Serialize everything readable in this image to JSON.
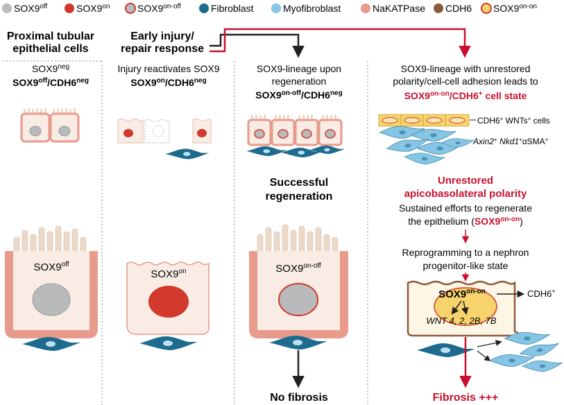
{
  "legend": {
    "sox9_off_label": "SOX9",
    "sox9_off_sup": "off",
    "sox9_on_label": "SOX9",
    "sox9_on_sup": "on",
    "sox9_onoff_label": "SOX9",
    "sox9_onoff_sup": "on-off",
    "fibroblast": "Fibroblast",
    "myofibroblast": "Myofibroblast",
    "nakatpase": "NaKATPase",
    "cdh6": "CDH6",
    "sox9_onon_label": "SOX9",
    "sox9_onon_sup": "on-on"
  },
  "colors": {
    "sox9_off": "#b9babc",
    "sox9_on": "#d0392b",
    "fibroblast": "#1d6b8f",
    "myofibroblast": "#86c5e3",
    "nakatpase": "#e89a8c",
    "cdh6": "#8b5a3c",
    "sox9_onon": "#f6d36c",
    "accent_red": "#c8102e",
    "cell_fill": "#f8ece4",
    "microvilli": "#ecd9c8"
  },
  "col1": {
    "header_line1": "Proximal tubular",
    "header_line2": "epithelial cells",
    "state_sox9": "SOX9",
    "state_sup": "neg",
    "marker_sox9": "SOX9",
    "marker_sox9_sup": "off",
    "marker_cdh6": "/CDH6",
    "marker_cdh6_sup": "neg",
    "big_cell_label": "SOX9",
    "big_cell_sup": "off"
  },
  "col2": {
    "header_line1": "Early injury/",
    "header_line2": "repair response",
    "desc": "Injury reactivates SOX9",
    "marker_sox9": "SOX9",
    "marker_sox9_sup": "on",
    "marker_cdh6": "/CDH6",
    "marker_cdh6_sup": "neg",
    "big_cell_label": "SOX9",
    "big_cell_sup": "on"
  },
  "col3": {
    "desc_line1": "SOX9-lineage upon",
    "desc_line2": "regeneration",
    "marker_sox9": "SOX9",
    "marker_sox9_sup": "on-off",
    "marker_cdh6": "/CDH6",
    "marker_cdh6_sup": "neg",
    "outcome_line1": "Successful",
    "outcome_line2": "regeneration",
    "big_cell_label": "SOX9",
    "big_cell_sup": "on-off",
    "result": "No fibrosis"
  },
  "col4": {
    "desc_line1": "SOX9-lineage with unrestored",
    "desc_line2": "polarity/cell-cell adhesion leads to",
    "state_sox9": "SOX9",
    "state_sup": "on-on",
    "state_rest": "/CDH6",
    "state_plus": "+",
    "state_tail": " cell state",
    "label_cdh6_wnt_a": "CDH6",
    "label_cdh6_wnt_sup1": "+",
    "label_cdh6_wnt_b": " WNTs",
    "label_cdh6_wnt_sup2": "+",
    "label_cdh6_wnt_c": " cells",
    "label_axin_a": "Axin2",
    "label_axin_sup1": "+",
    "label_axin_b": " Nkd1",
    "label_axin_sup2": "+",
    "label_axin_c": "αSMA",
    "label_axin_sup3": "+",
    "red_title_line1": "Unrestored",
    "red_title_line2": "apicobasolateral polarity",
    "sustained_line1": "Sustained efforts to regenerate",
    "sustained_line2a": "the epithelium (",
    "sustained_sox9": "SOX9",
    "sustained_sup": "on-on",
    "sustained_line2b": ")",
    "reprog_line1": "Reprogramming to a nephron",
    "reprog_line2": "progenitor-like state",
    "nucleus_label": "SOX9",
    "nucleus_sup": "on-on",
    "wnt_genes": "WNT 4, 2, 2B, 7B",
    "cdh6_plus": "CDH6",
    "cdh6_plus_sup": "+",
    "result": "Fibrosis +++"
  }
}
